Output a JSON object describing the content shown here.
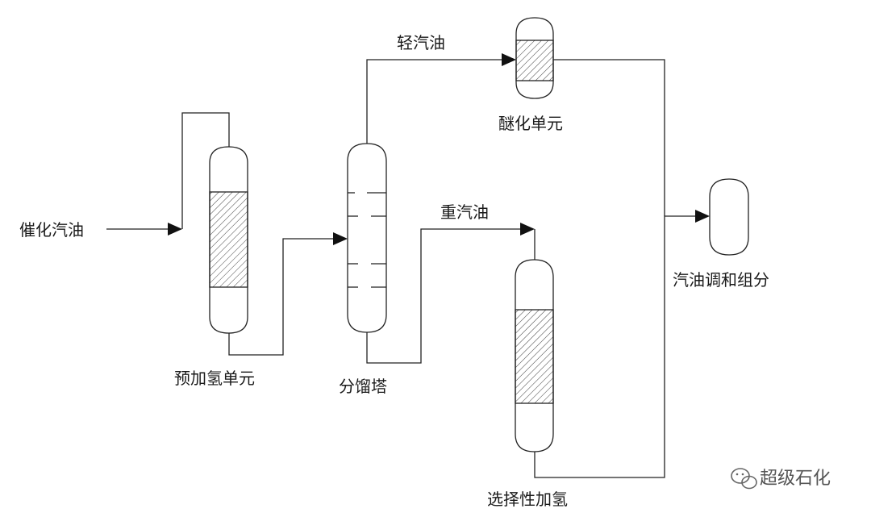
{
  "labels": {
    "feed": "催化汽油",
    "prehydro_unit": "预加氢单元",
    "fractionator": "分馏塔",
    "light_gasoline": "轻汽油",
    "etherification_unit": "醚化单元",
    "heavy_gasoline": "重汽油",
    "selective_hydro": "选择性加氢",
    "blending": "汽油调和组分"
  },
  "watermark": {
    "icon": "wechat-icon",
    "text": "超级石化",
    "color": "#555555"
  }
}
